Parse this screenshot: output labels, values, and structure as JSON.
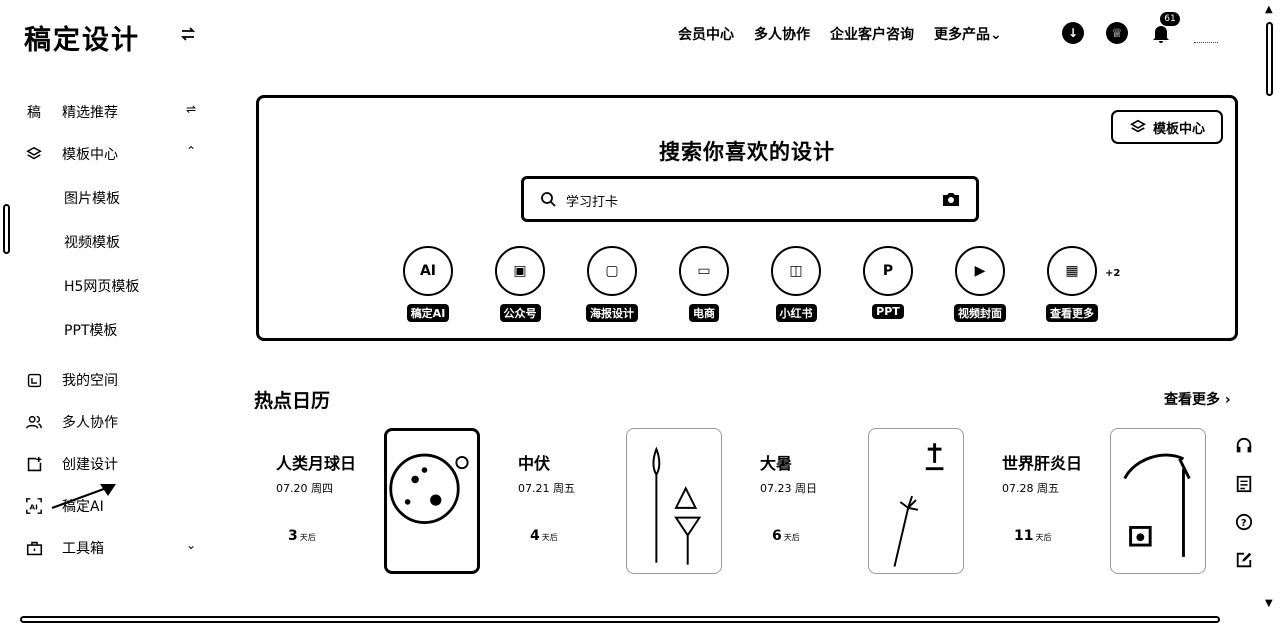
{
  "header": {
    "brand": "稿定设计",
    "nav": [
      "会员中心",
      "多人协作",
      "企业客户咨询",
      "更多产品"
    ],
    "notification_count": "61"
  },
  "sidebar": {
    "items": [
      {
        "label": "精选推荐",
        "icon": "gao-logo-icon",
        "glyph": "稿"
      },
      {
        "label": "模板中心",
        "icon": "layers-icon"
      },
      {
        "label": "我的空间",
        "icon": "folder-icon"
      },
      {
        "label": "多人协作",
        "icon": "people-icon"
      },
      {
        "label": "创建设计",
        "icon": "plus-square-icon"
      },
      {
        "label": "稿定AI",
        "icon": "ai-frame-icon"
      },
      {
        "label": "工具箱",
        "icon": "toolbox-icon"
      }
    ],
    "sub_items": [
      "图片模板",
      "视频模板",
      "H5网页模板",
      "PPT模板"
    ]
  },
  "hero": {
    "template_center_label": "模板中心",
    "title": "搜索你喜欢的设计",
    "search_value": "学习打卡",
    "tools": [
      {
        "label": "稿定AI",
        "icon": "ai-icon",
        "glyph": "AI"
      },
      {
        "label": "公众号",
        "icon": "wechat-article-icon",
        "glyph": "▣"
      },
      {
        "label": "海报设计",
        "icon": "poster-icon",
        "glyph": "▢"
      },
      {
        "label": "电商",
        "icon": "monitor-icon",
        "glyph": "▭"
      },
      {
        "label": "小红书",
        "icon": "redbook-icon",
        "glyph": "◫"
      },
      {
        "label": "PPT",
        "icon": "ppt-icon",
        "glyph": "P"
      },
      {
        "label": "视频封面",
        "icon": "play-icon",
        "glyph": "▶"
      },
      {
        "label": "查看更多",
        "icon": "grid-icon",
        "glyph": "▦"
      }
    ],
    "tool_extra": "+2"
  },
  "calendar": {
    "title": "热点日历",
    "see_more": "查看更多 ›",
    "unit": "天后",
    "cards": [
      {
        "name": "人类月球日",
        "date": "07.20 周四",
        "days": "3"
      },
      {
        "name": "中伏",
        "date": "07.21 周五",
        "days": "4"
      },
      {
        "name": "大暑",
        "date": "07.23 周日",
        "days": "6"
      },
      {
        "name": "世界肝炎日",
        "date": "07.28 周五",
        "days": "11"
      }
    ]
  },
  "right_tools": [
    "headset-icon",
    "document-icon",
    "help-icon",
    "edit-icon"
  ]
}
